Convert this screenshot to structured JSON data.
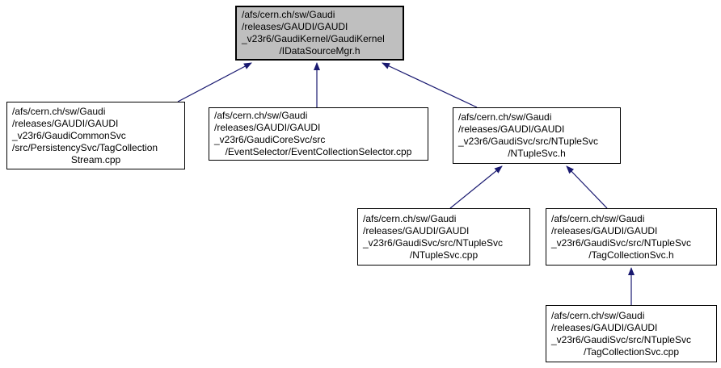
{
  "diagram": {
    "kind": "include-dependency-graph",
    "colors": {
      "edge": "#191970",
      "current_node_fill": "#bfbfbf",
      "node_fill": "#ffffff",
      "node_border": "#000000",
      "background": "#ffffff"
    },
    "nodes": {
      "idatasourcemgr": {
        "body": "/afs/cern.ch/sw/Gaudi\n/releases/GAUDI/GAUDI\n_v23r6/GaudiKernel/GaudiKernel",
        "last": "/IDataSourceMgr.h"
      },
      "tagcollectionstream": {
        "body": "/afs/cern.ch/sw/Gaudi\n/releases/GAUDI/GAUDI\n_v23r6/GaudiCommonSvc\n/src/PersistencySvc/TagCollection",
        "last": "Stream.cpp"
      },
      "eventcollectionselector": {
        "body": "/afs/cern.ch/sw/Gaudi\n/releases/GAUDI/GAUDI\n_v23r6/GaudiCoreSvc/src",
        "last": "/EventSelector/EventCollectionSelector.cpp"
      },
      "ntuplesvc_h": {
        "body": "/afs/cern.ch/sw/Gaudi\n/releases/GAUDI/GAUDI\n_v23r6/GaudiSvc/src/NTupleSvc",
        "last": "/NTupleSvc.h"
      },
      "ntuplesvc_cpp": {
        "body": "/afs/cern.ch/sw/Gaudi\n/releases/GAUDI/GAUDI\n_v23r6/GaudiSvc/src/NTupleSvc",
        "last": "/NTupleSvc.cpp"
      },
      "tagcollectionsvc_h": {
        "body": "/afs/cern.ch/sw/Gaudi\n/releases/GAUDI/GAUDI\n_v23r6/GaudiSvc/src/NTupleSvc",
        "last": "/TagCollectionSvc.h"
      },
      "tagcollectionsvc_cpp": {
        "body": "/afs/cern.ch/sw/Gaudi\n/releases/GAUDI/GAUDI\n_v23r6/GaudiSvc/src/NTupleSvc",
        "last": "/TagCollectionSvc.cpp"
      }
    },
    "edges": [
      {
        "from": "tagcollectionstream",
        "to": "idatasourcemgr"
      },
      {
        "from": "eventcollectionselector",
        "to": "idatasourcemgr"
      },
      {
        "from": "ntuplesvc_h",
        "to": "idatasourcemgr"
      },
      {
        "from": "ntuplesvc_cpp",
        "to": "ntuplesvc_h"
      },
      {
        "from": "tagcollectionsvc_h",
        "to": "ntuplesvc_h"
      },
      {
        "from": "tagcollectionsvc_cpp",
        "to": "tagcollectionsvc_h"
      }
    ]
  }
}
